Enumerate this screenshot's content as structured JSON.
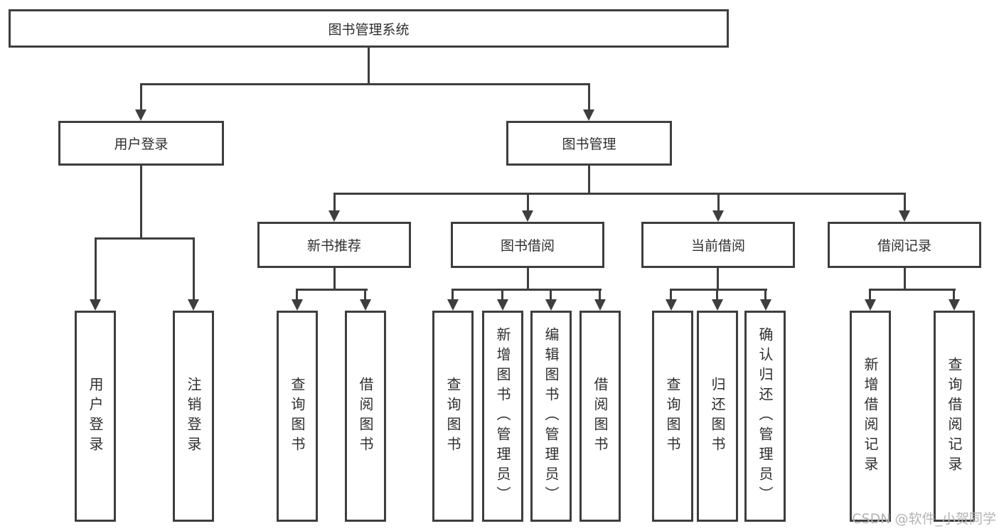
{
  "diagram": {
    "root": "图书管理系统",
    "level2": [
      "用户登录",
      "图书管理"
    ],
    "level3": [
      "新书推荐",
      "图书借阅",
      "当前借阅",
      "借阅记录"
    ],
    "leaves": {
      "login": [
        "用户登录",
        "注销登录"
      ],
      "newbook": [
        "查询图书",
        "借阅图书"
      ],
      "borrow": [
        "查询图书",
        "新增图书（管理员）",
        "编辑图书（管理员）",
        "借阅图书"
      ],
      "current": [
        "查询图书",
        "归还图书",
        "确认归还（管理员）"
      ],
      "records": [
        "新增借阅记录",
        "查询借阅记录"
      ]
    },
    "colors": {
      "line": "#3e3e3e",
      "text": "#2e2e2e",
      "watermark_text": "#b3b3b3"
    }
  },
  "watermark": "CSDN @软件_小贺同学"
}
